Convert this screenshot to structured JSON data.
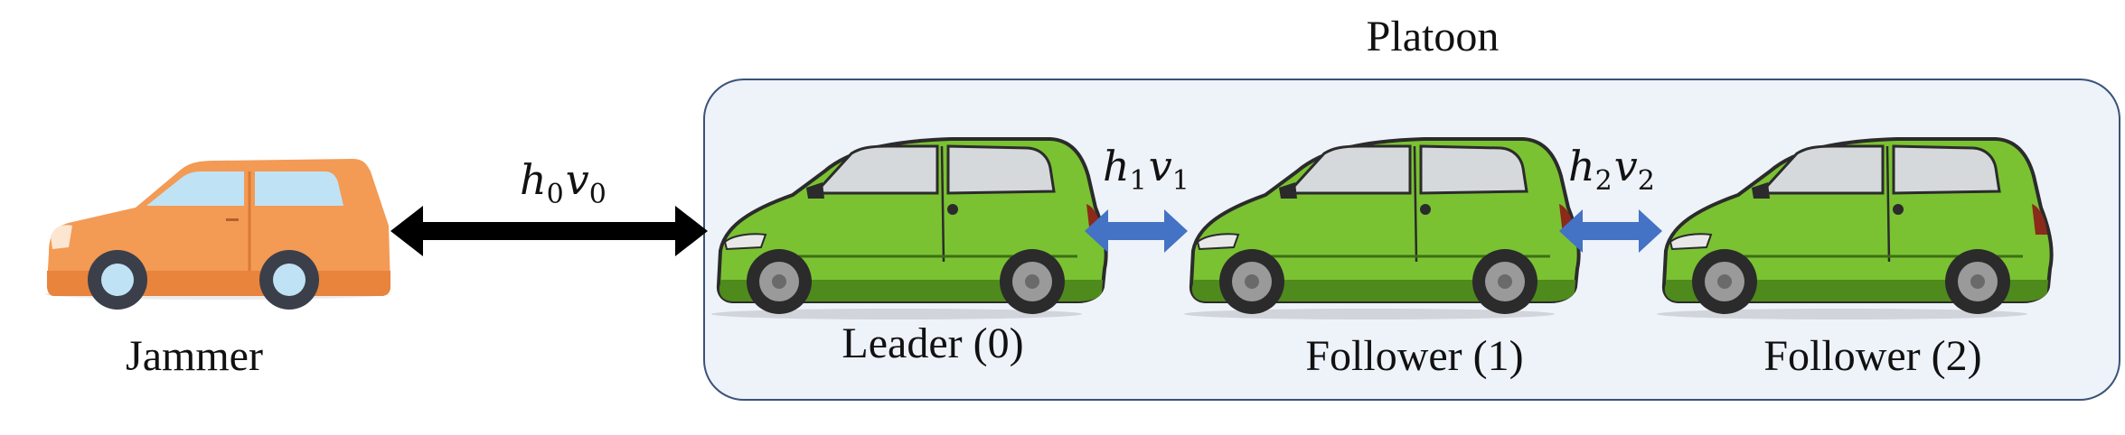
{
  "diagram": {
    "group_label": "Platoon",
    "jammer": {
      "label": "Jammer",
      "color": "#F39A55"
    },
    "vehicles": [
      {
        "label": "Leader (0)",
        "color": "#7AC232"
      },
      {
        "label": "Follower (1)",
        "color": "#7AC232"
      },
      {
        "label": "Follower (2)",
        "color": "#7AC232"
      }
    ],
    "links": [
      {
        "h": "h",
        "h_sub": "0",
        "v": "v",
        "v_sub": "0",
        "color": "#000000"
      },
      {
        "h": "h",
        "h_sub": "1",
        "v": "v",
        "v_sub": "1",
        "color": "#4472C4"
      },
      {
        "h": "h",
        "h_sub": "2",
        "v": "v",
        "v_sub": "2",
        "color": "#4472C4"
      }
    ],
    "platoon_box_fill": "#EEF2F9",
    "platoon_box_stroke": "#3A5378"
  }
}
